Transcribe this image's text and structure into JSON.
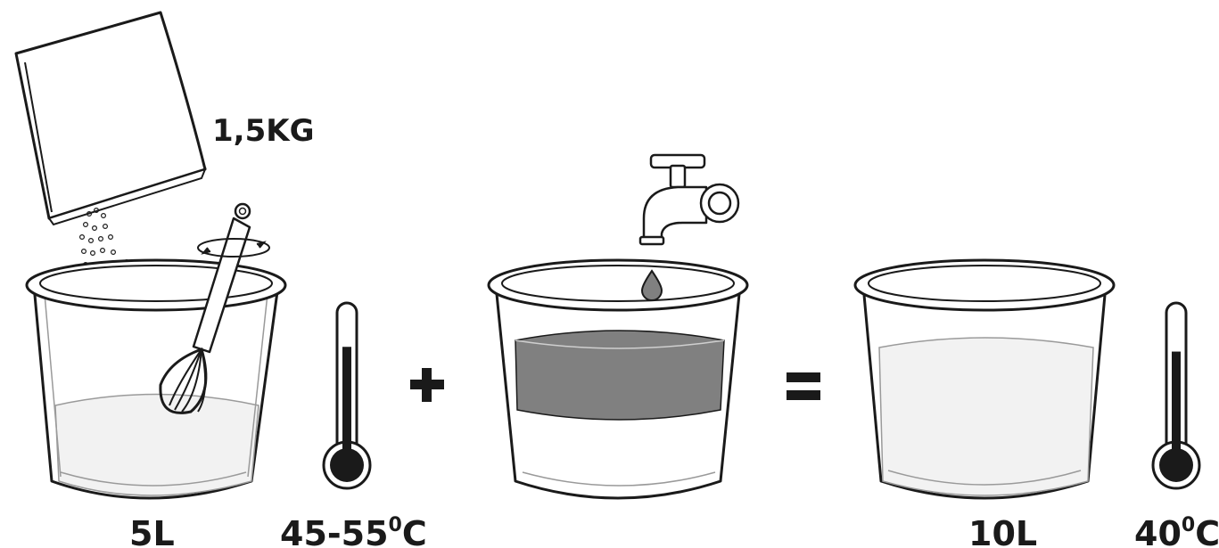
{
  "labels": {
    "weight": "1,5KG",
    "volume_left": "5L",
    "temp_left_main": "45-55",
    "temp_left_sup": "0",
    "temp_left_unit": "C",
    "volume_right": "10L",
    "temp_right_main": "40",
    "temp_right_sup": "0",
    "temp_right_unit": "C"
  },
  "operators": {
    "plus": "+",
    "equals": "="
  },
  "icons": [
    "powder-bag-icon",
    "whisk-icon",
    "rotation-arrow-icon",
    "thermometer-icon",
    "water-tap-icon",
    "water-drop-icon",
    "bucket-icon"
  ],
  "colors": {
    "line": "#1a1a1a",
    "water_light": "#f2f2f2",
    "water_dark": "#808080",
    "thermo_fill": "#1a1a1a"
  },
  "thermometers": [
    {
      "level": 0.75
    },
    {
      "level": 0.72
    }
  ]
}
